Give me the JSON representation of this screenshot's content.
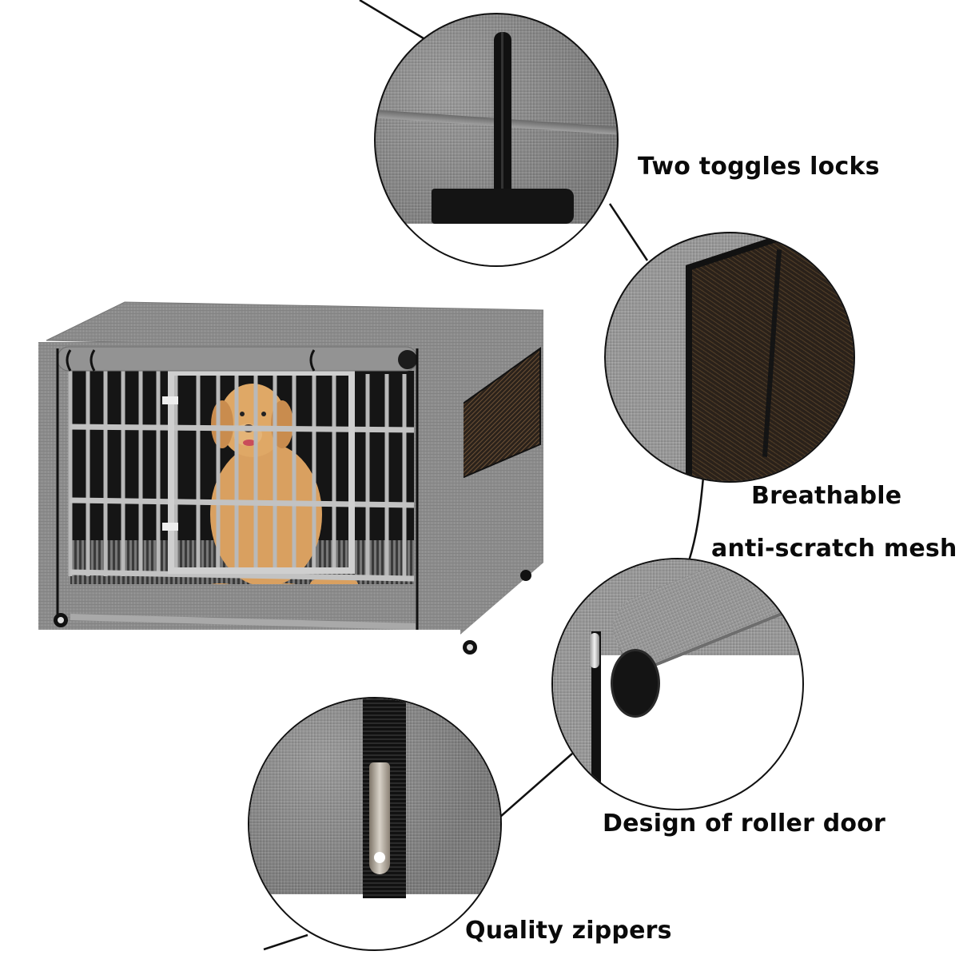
{
  "product": {
    "subject": "Dog crate cover",
    "main_image": "covered-dog-crate-with-golden-retriever"
  },
  "features": [
    {
      "id": "toggles",
      "caption": "Two toggles locks",
      "detail_icon": "toggle-lock-icon"
    },
    {
      "id": "mesh",
      "caption_line1": "Breathable",
      "caption_line2": "anti-scratch mesh",
      "detail_icon": "mesh-window-icon"
    },
    {
      "id": "roller",
      "caption": "Design of roller door",
      "detail_icon": "roller-door-icon"
    },
    {
      "id": "zippers",
      "caption": "Quality zippers",
      "detail_icon": "zipper-icon"
    }
  ],
  "colors": {
    "background": "#ffffff",
    "fabric_gray": "#8a8a8a",
    "mesh_dark": "#2a211a",
    "outline": "#111111",
    "text": "#0a0a0a",
    "dog": "#d9a060"
  }
}
